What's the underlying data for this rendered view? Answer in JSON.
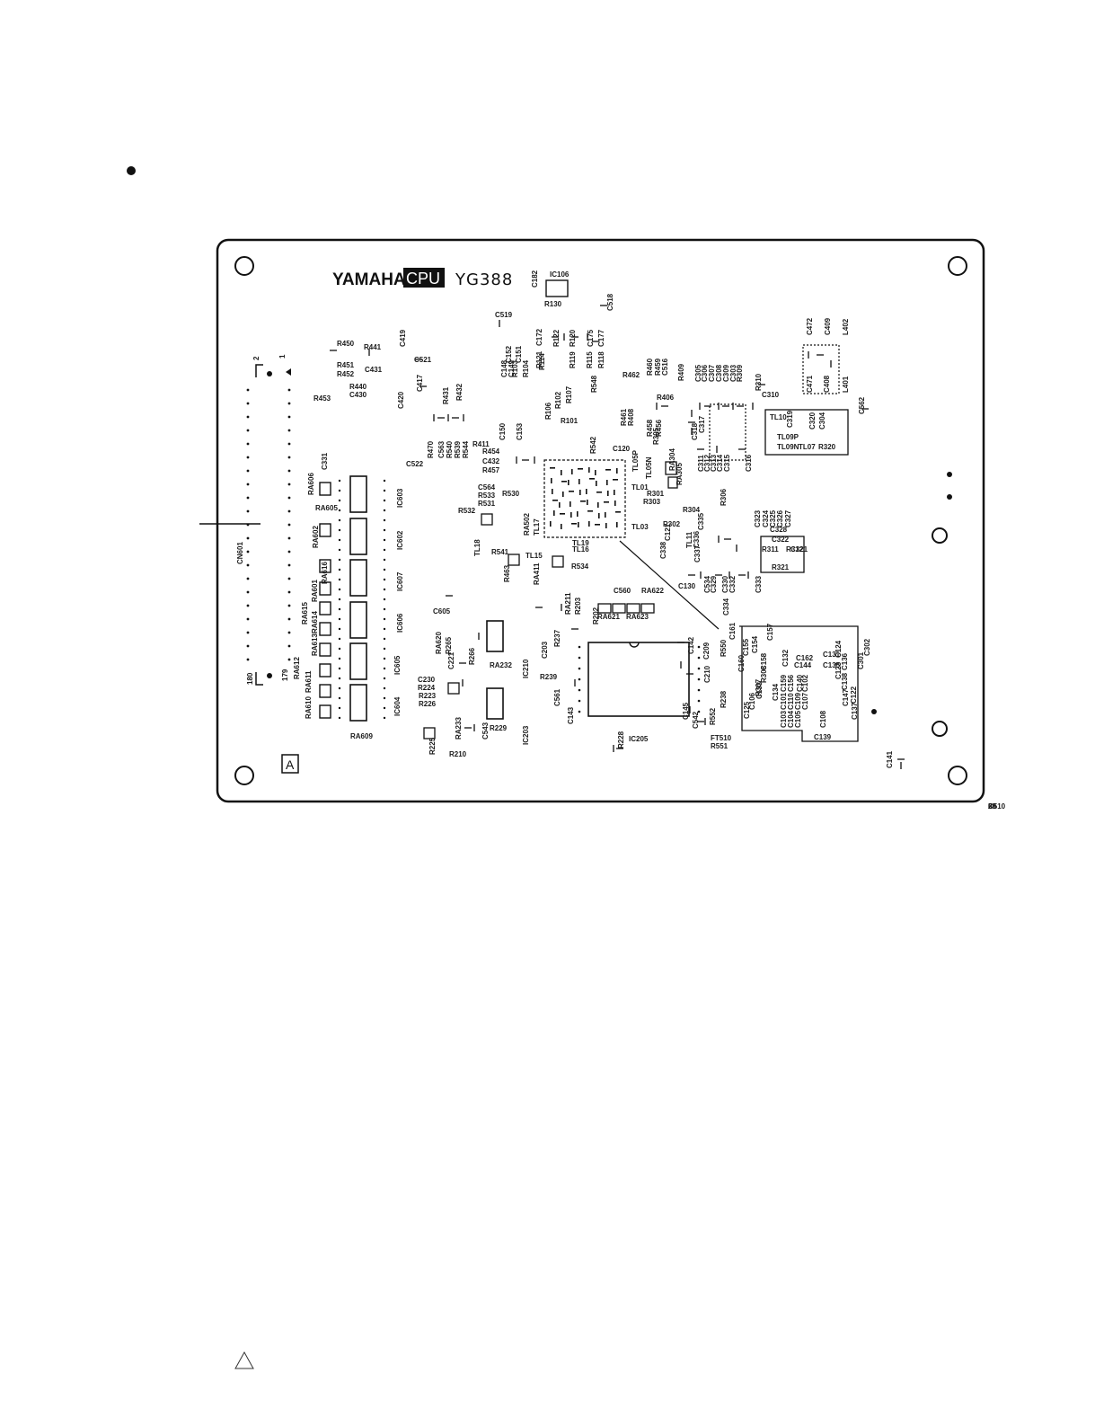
{
  "board": {
    "brand": "YAMAHA",
    "badge": "CPU",
    "model": "YG388",
    "sheet_mark": "A",
    "connector": "CN601",
    "pin_1": "1",
    "pin_2": "2",
    "pin_179": "179",
    "pin_180": "180"
  },
  "ics": [
    {
      "ref": "IC106"
    },
    {
      "ref": "IC205"
    },
    {
      "ref": "IC603"
    },
    {
      "ref": "IC602"
    },
    {
      "ref": "IC607"
    },
    {
      "ref": "IC606"
    },
    {
      "ref": "IC605"
    },
    {
      "ref": "IC604"
    },
    {
      "ref": "IC210"
    },
    {
      "ref": "IC203"
    }
  ],
  "labels": [
    "C182",
    "R130",
    "C518",
    "C519",
    "C172",
    "R122",
    "R120",
    "C175",
    "C177",
    "R121",
    "R119",
    "R115",
    "R118",
    "R114",
    "C148",
    "C149",
    "C152",
    "R103",
    "C151",
    "R104",
    "R450",
    "R441",
    "C419",
    "R451",
    "R452",
    "C431",
    "R440",
    "C430",
    "R453",
    "C521",
    "C417",
    "C420",
    "R431",
    "R432",
    "R470",
    "C563",
    "R540",
    "R539",
    "R544",
    "C522",
    "R411",
    "R454",
    "C432",
    "R457",
    "C150",
    "C153",
    "R106",
    "R102",
    "R107",
    "R101",
    "R548",
    "R542",
    "C120",
    "R462",
    "R460",
    "R459",
    "C516",
    "R409",
    "R406",
    "R461",
    "R408",
    "R458",
    "R456",
    "R305",
    "RA304",
    "TL05P",
    "TL05N",
    "TL01",
    "R301",
    "R303",
    "RA305",
    "R304",
    "R306",
    "R302",
    "TL03",
    "C305",
    "C306",
    "C307",
    "C308",
    "C309",
    "C303",
    "R309",
    "R310",
    "C310",
    "C318",
    "C317",
    "C311",
    "C312",
    "C313",
    "C314",
    "C315",
    "C316",
    "TL10",
    "C319",
    "C320",
    "C304",
    "TL09P",
    "TL09N",
    "TL07",
    "R320",
    "C472",
    "C409",
    "L402",
    "C471",
    "C408",
    "L401",
    "C562",
    "C323",
    "C324",
    "C325",
    "C326",
    "C327",
    "C328",
    "C322",
    "R311",
    "R312",
    "C321",
    "R321",
    "TL11",
    "C336",
    "C335",
    "C337",
    "C338",
    "C121",
    "C130",
    "C534",
    "C329",
    "C330",
    "C332",
    "C333",
    "C334",
    "C331",
    "RA606",
    "RA605",
    "RA602",
    "RA601",
    "RA616",
    "RA615",
    "RA614",
    "RA613",
    "RA612",
    "RA611",
    "RA610",
    "RA609",
    "C605",
    "C564",
    "R533",
    "R531",
    "R530",
    "R532",
    "RA502",
    "TL17",
    "TL19",
    "TL16",
    "TL15",
    "TL18",
    "R541",
    "R463",
    "RA411",
    "R534",
    "RA211",
    "R203",
    "R202",
    "C560",
    "RA622",
    "RA621",
    "RA623",
    "RA620",
    "R265",
    "R266",
    "C221",
    "RA232",
    "C230",
    "R224",
    "R223",
    "R226",
    "R225",
    "RA233",
    "R210",
    "C543",
    "R229",
    "C203",
    "R237",
    "R239",
    "C561",
    "R228",
    "C542",
    "C210",
    "C209",
    "R238",
    "R552",
    "FT510",
    "R551",
    "R550",
    "C161",
    "C160",
    "C155",
    "C154",
    "C157",
    "C158",
    "C132",
    "C162",
    "C131",
    "C144",
    "C135",
    "C136",
    "C138",
    "C147",
    "C137",
    "C122",
    "C123",
    "C124",
    "C301",
    "C302",
    "C125",
    "C106",
    "R307",
    "R308",
    "C133",
    "C134",
    "C159",
    "C156",
    "C140",
    "C101",
    "C110",
    "C109",
    "C107",
    "C102",
    "C103",
    "C104",
    "C105",
    "C108",
    "C139",
    "C141",
    "C145",
    "C143",
    "C142",
    "C510",
    "29",
    "28",
    "56"
  ]
}
